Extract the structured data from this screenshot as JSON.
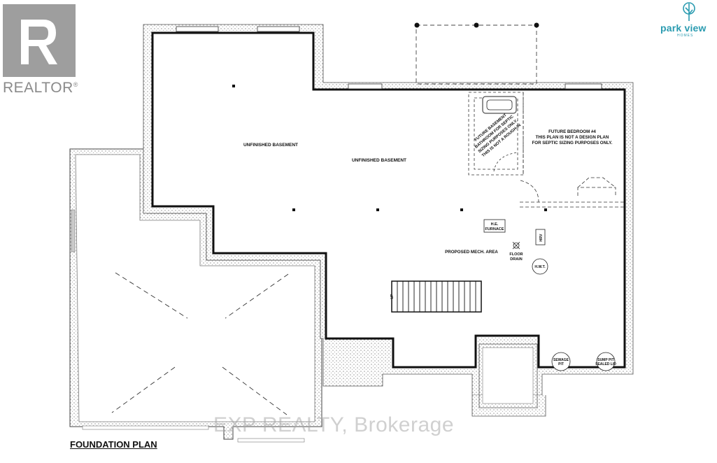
{
  "realtor_logo": {
    "text": "REALTOR",
    "mark": "®"
  },
  "builder_logo": {
    "name": "park view",
    "sub": "HOMES",
    "icon": "tree-icon"
  },
  "plan_title": "FOUNDATION PLAN",
  "watermark": "EXP REALTY, Brokerage",
  "labels": {
    "unfinished_left": "UNFINISHED BASEMENT",
    "unfinished_center": "UNFINISHED BASEMENT",
    "future_bedroom": "FUTURE BEDROOM #4",
    "bedroom_note_1": "THIS PLAN IS NOT A DESIGN PLAN",
    "bedroom_note_2": "FOR SEPTIC SIZING PURPOSES ONLY.",
    "bath_note_1": "FUTURE BASEMENT",
    "bath_note_2": "BATHROOM FOR SEPTIC",
    "bath_note_3": "SIZING PURPOSES ONLY.",
    "bath_note_4": "THIS IS NOT A ROUGH-IN",
    "furnace_1": "H.E.",
    "furnace_2": "FURNACE",
    "hrv": "HRV",
    "mech_area": "PROPOSED MECH. AREA",
    "floor_drain_1": "FLOOR",
    "floor_drain_2": "DRAIN",
    "hwt": "H.W.T.",
    "sewage_1": "SEWAGE",
    "sewage_2": "PIT",
    "sump_1": "SUMP PIT",
    "sump_2": "SEALED LID",
    "stair_up": "UP"
  },
  "colors": {
    "wall": "#111111",
    "foundation_hatch": "#9a9a9a",
    "brand_teal": "#2a9bb0",
    "realtor_gray": "#8a8a8a"
  }
}
